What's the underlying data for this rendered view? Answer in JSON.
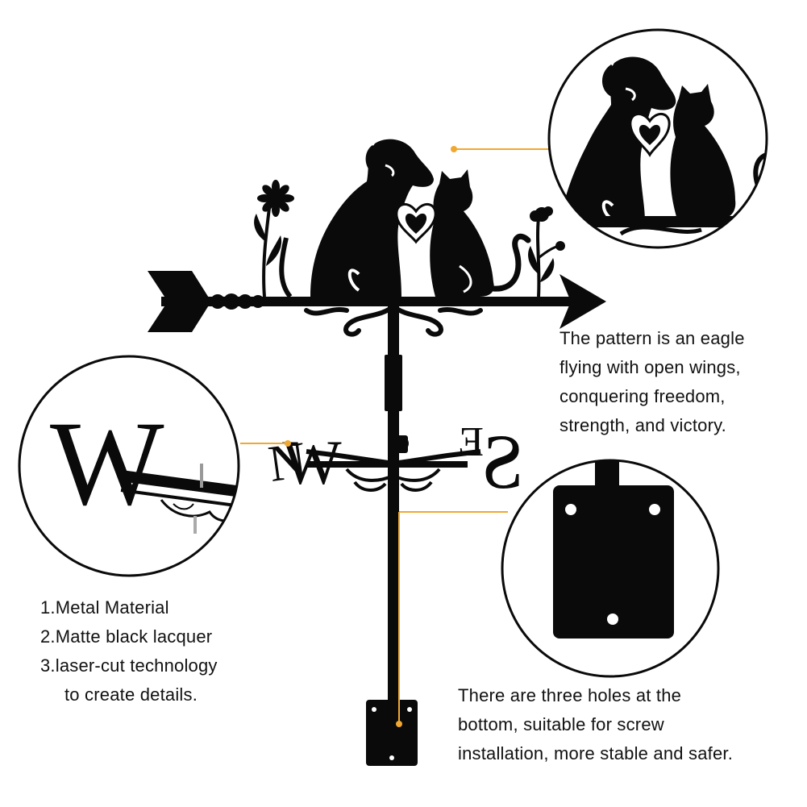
{
  "captions": {
    "pattern_lines": [
      "The pattern is an eagle",
      "flying with open wings,",
      "conquering freedom,",
      "strength, and victory."
    ],
    "features": [
      "1.Metal Material",
      "2.Matte black lacquer",
      "3.laser-cut technology",
      "to create details."
    ],
    "holes_lines": [
      "There are three holes at the",
      "bottom, suitable for screw",
      "installation, more stable and safer."
    ]
  },
  "compass_letters": {
    "west": "W",
    "north": "N",
    "east": "E",
    "south": "S"
  },
  "colors": {
    "metal": "#0a0a0a",
    "accent_line": "#f0a830",
    "background": "#ffffff"
  },
  "icons": [
    "dog-silhouette",
    "cat-silhouette",
    "heart",
    "flower",
    "arrow",
    "compass-letters",
    "mounting-plate"
  ]
}
